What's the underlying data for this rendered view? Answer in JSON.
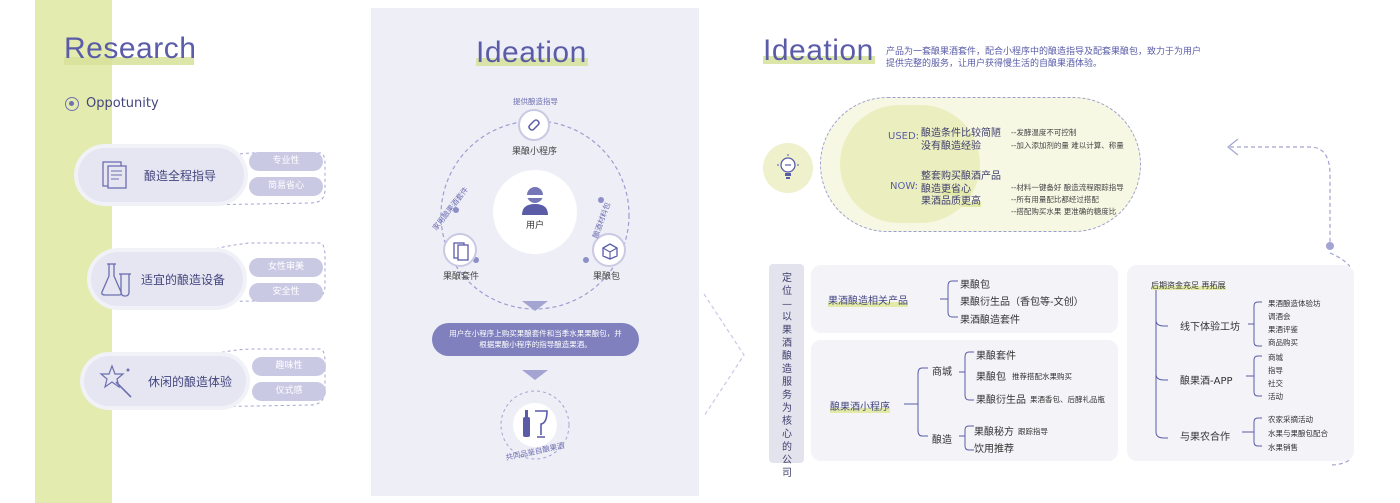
{
  "research": {
    "title": "Research",
    "subtitle": "Oppotunity",
    "cards": [
      {
        "label": "酿造全程指导",
        "tags": [
          "专业性",
          "简易省心"
        ]
      },
      {
        "label": "适宜的酿造设备",
        "tags": [
          "女性审美",
          "安全性"
        ]
      },
      {
        "label": "休闲的酿造体验",
        "tags": [
          "趣味性",
          "仪式感"
        ]
      }
    ]
  },
  "ideation1": {
    "title": "Ideation",
    "center_label": "用户",
    "nodes": {
      "top": {
        "arc": "提供酿造指导",
        "label": "果酿小程序"
      },
      "left": {
        "arc": "家用酿果酒套件",
        "label": "果酿套件"
      },
      "right": {
        "arc": "酿酒材料包",
        "label": "果酿包"
      }
    },
    "description": "用户在小程序上购买果酿套件和当季水果果酿包，并根据果酿小程序的指导酿造果酒。",
    "bottom_arc": "共同品鉴自酿果酒"
  },
  "ideation2": {
    "title": "Ideation",
    "intro_line1": "产品为一套酿果酒套件，配合小程序中的酿造指导及配套果酿包，致力于为用户",
    "intro_line2": "提供完整的服务，让用户获得慢生活的自酿果酒体验。",
    "used": {
      "key": "USED:",
      "items": [
        {
          "text": "酿造条件比较简陋",
          "note": "--发酵温度不可控制"
        },
        {
          "text": "没有酿造经验",
          "note": "--加入添加剂的量 难以计算、称量"
        }
      ]
    },
    "now": {
      "key": "NOW:",
      "items": [
        {
          "text": "整套购买酿酒产品",
          "note": ""
        },
        {
          "text_pre": "酿造",
          "text_hl": "更省心",
          "note": "--材料一键备好  酿造流程跟踪指导"
        },
        {
          "text_pre": "果酒品质",
          "text_hl": "更高",
          "note": "--所有用量配比都经过搭配"
        },
        {
          "text": "",
          "note": "--搭配购买水果  更准确的糖度比"
        }
      ]
    },
    "position_vertical": "定位 — 以果酒酿造服务为核心的公司",
    "products": {
      "root": "果酒酿造相关产品",
      "items": [
        "果酿包",
        "果酿衍生品（香包等-文创）",
        "果酒酿造套件"
      ]
    },
    "miniapp": {
      "root": "酿果酒小程序",
      "mall": {
        "label": "商城",
        "items": [
          {
            "label": "果酿套件",
            "note": ""
          },
          {
            "label": "果酿包",
            "note": "推荐搭配水果购买"
          },
          {
            "label": "果酿衍生品",
            "note": "果酒香包、后酵礼品瓶"
          }
        ]
      },
      "brew": {
        "label": "酿造",
        "items": [
          {
            "label": "果酿秘方",
            "note": "跟踪指导"
          },
          {
            "label": "饮用推荐",
            "note": ""
          }
        ]
      }
    },
    "later": {
      "title": "后期资金充足 再拓展",
      "groups": [
        {
          "label": "线下体验工坊",
          "items": [
            "果酒酿造体验坊",
            "调酒会",
            "果酒评鉴",
            "商品购买"
          ]
        },
        {
          "label": "酿果酒-APP",
          "items": [
            "商城",
            "指导",
            "社交",
            "活动"
          ]
        },
        {
          "label": "与果农合作",
          "items": [
            "农家采摘活动",
            "水果与果酿包配合",
            "水果销售"
          ]
        }
      ]
    }
  },
  "colors": {
    "accent": "#5a5ca8",
    "green": "#d7e29a",
    "lavender": "#e6e6f2",
    "tag": "#c9c9e4"
  }
}
